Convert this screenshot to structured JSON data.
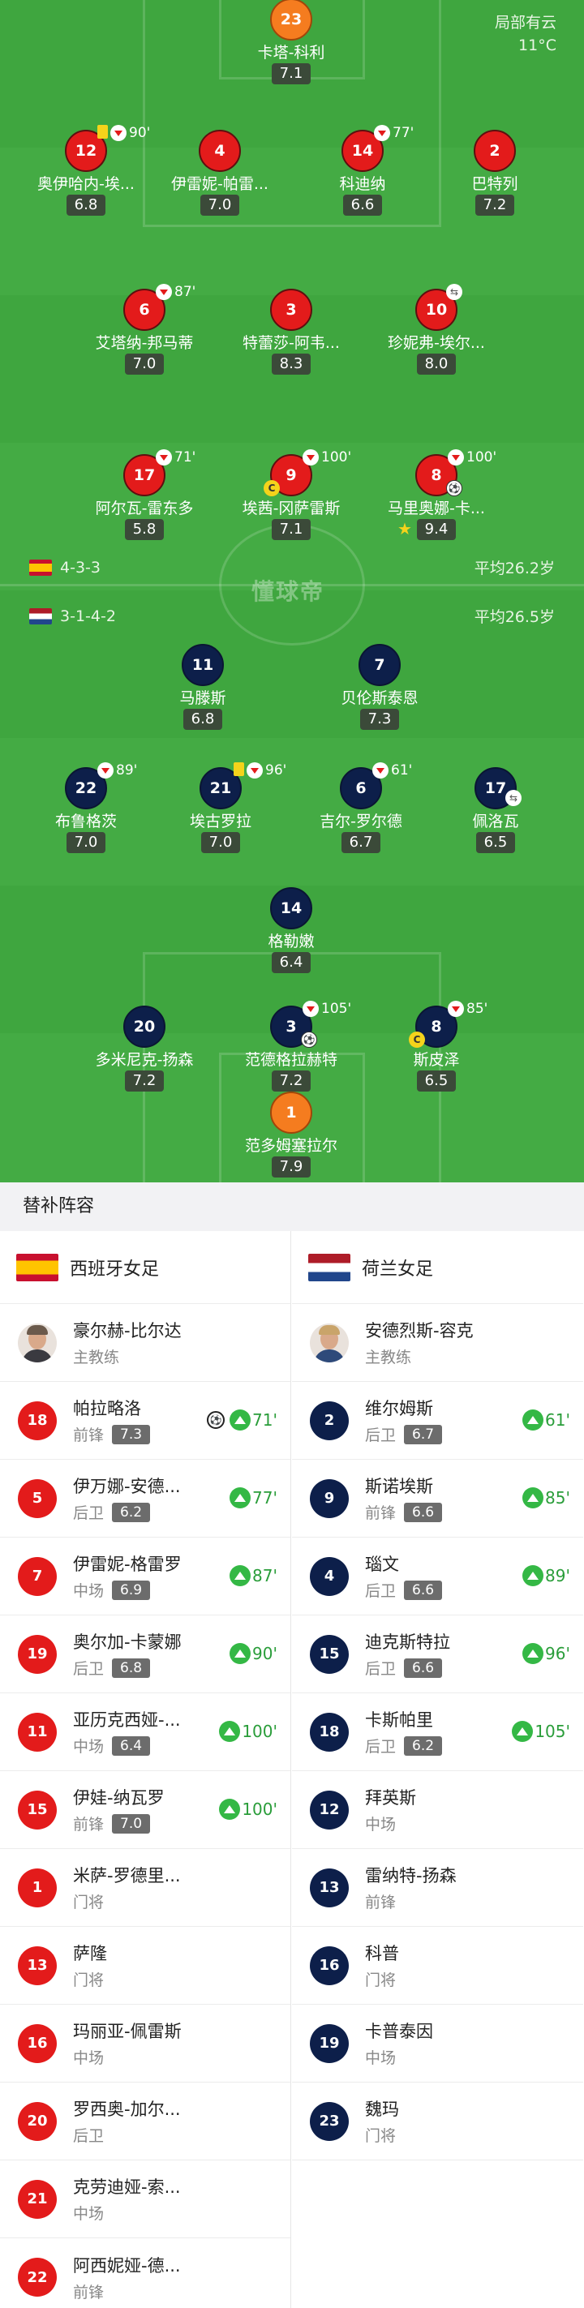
{
  "weather": {
    "condition": "局部有云",
    "temp": "11°C"
  },
  "watermark": "懂球帝",
  "spain": {
    "flag": "spain-flag",
    "formation": "4-3-3",
    "avg_age": "平均26.2岁",
    "players": [
      {
        "num": "23",
        "name": "卡塔-科利",
        "rating": "7.1"
      },
      {
        "num": "12",
        "name": "奥伊哈内-埃...",
        "rating": "6.8",
        "sub": "90'",
        "yellow": true
      },
      {
        "num": "4",
        "name": "伊雷妮-帕雷...",
        "rating": "7.0"
      },
      {
        "num": "14",
        "name": "科迪纳",
        "rating": "6.6",
        "sub": "77'"
      },
      {
        "num": "2",
        "name": "巴特列",
        "rating": "7.2"
      },
      {
        "num": "6",
        "name": "艾塔纳-邦马蒂",
        "rating": "7.0",
        "sub": "87'"
      },
      {
        "num": "3",
        "name": "特蕾莎-阿韦...",
        "rating": "8.3"
      },
      {
        "num": "10",
        "name": "珍妮弗-埃尔...",
        "rating": "8.0"
      },
      {
        "num": "17",
        "name": "阿尔瓦-雷东多",
        "rating": "5.8",
        "sub": "71'"
      },
      {
        "num": "9",
        "name": "埃茜-冈萨雷斯",
        "rating": "7.1",
        "sub": "100'"
      },
      {
        "num": "8",
        "name": "马里奥娜-卡...",
        "rating": "9.4",
        "sub": "100'"
      }
    ]
  },
  "netherlands": {
    "flag": "netherlands-flag",
    "formation": "3-1-4-2",
    "avg_age": "平均26.5岁",
    "players": [
      {
        "num": "11",
        "name": "马滕斯",
        "rating": "6.8"
      },
      {
        "num": "7",
        "name": "贝伦斯泰恩",
        "rating": "7.3"
      },
      {
        "num": "22",
        "name": "布鲁格茨",
        "rating": "7.0",
        "sub": "89'"
      },
      {
        "num": "21",
        "name": "埃古罗拉",
        "rating": "7.0",
        "sub": "96'"
      },
      {
        "num": "6",
        "name": "吉尔-罗尔德",
        "rating": "6.7",
        "sub": "61'"
      },
      {
        "num": "17",
        "name": "佩洛瓦",
        "rating": "6.5"
      },
      {
        "num": "14",
        "name": "格勒嫩",
        "rating": "6.4"
      },
      {
        "num": "20",
        "name": "多米尼克-扬森",
        "rating": "7.2"
      },
      {
        "num": "3",
        "name": "范德格拉赫特",
        "rating": "7.2",
        "sub": "105'"
      },
      {
        "num": "8",
        "name": "斯皮泽",
        "rating": "6.5",
        "sub": "85'"
      },
      {
        "num": "1",
        "name": "范多姆塞拉尔",
        "rating": "7.9"
      }
    ]
  },
  "subs_title": "替补阵容",
  "left_team": {
    "name": "西班牙女足",
    "coach": {
      "name": "豪尔赫-比尔达",
      "role": "主教练"
    },
    "subs": [
      {
        "num": "18",
        "name": "帕拉略洛",
        "pos": "前锋",
        "rating": "7.3",
        "minute": "71'",
        "goal": true
      },
      {
        "num": "5",
        "name": "伊万娜-安德...",
        "pos": "后卫",
        "rating": "6.2",
        "minute": "77'"
      },
      {
        "num": "7",
        "name": "伊雷妮-格雷罗",
        "pos": "中场",
        "rating": "6.9",
        "minute": "87'"
      },
      {
        "num": "19",
        "name": "奥尔加-卡蒙娜",
        "pos": "后卫",
        "rating": "6.8",
        "minute": "90'"
      },
      {
        "num": "11",
        "name": "亚历克西娅-...",
        "pos": "中场",
        "rating": "6.4",
        "minute": "100'"
      },
      {
        "num": "15",
        "name": "伊娃-纳瓦罗",
        "pos": "前锋",
        "rating": "7.0",
        "minute": "100'"
      },
      {
        "num": "1",
        "name": "米萨-罗德里...",
        "pos": "门将"
      },
      {
        "num": "13",
        "name": "萨隆",
        "pos": "门将"
      },
      {
        "num": "16",
        "name": "玛丽亚-佩雷斯",
        "pos": "中场"
      },
      {
        "num": "20",
        "name": "罗西奥-加尔...",
        "pos": "后卫"
      },
      {
        "num": "21",
        "name": "克劳迪娅-索...",
        "pos": "中场"
      },
      {
        "num": "22",
        "name": "阿西妮娅-德...",
        "pos": "前锋"
      }
    ]
  },
  "right_team": {
    "name": "荷兰女足",
    "coach": {
      "name": "安德烈斯-容克",
      "role": "主教练"
    },
    "subs": [
      {
        "num": "2",
        "name": "维尔姆斯",
        "pos": "后卫",
        "rating": "6.7",
        "minute": "61'"
      },
      {
        "num": "9",
        "name": "斯诺埃斯",
        "pos": "前锋",
        "rating": "6.6",
        "minute": "85'"
      },
      {
        "num": "4",
        "name": "瑙文",
        "pos": "后卫",
        "rating": "6.6",
        "minute": "89'"
      },
      {
        "num": "15",
        "name": "迪克斯特拉",
        "pos": "后卫",
        "rating": "6.6",
        "minute": "96'"
      },
      {
        "num": "18",
        "name": "卡斯帕里",
        "pos": "后卫",
        "rating": "6.2",
        "minute": "105'"
      },
      {
        "num": "12",
        "name": "拜英斯",
        "pos": "中场"
      },
      {
        "num": "13",
        "name": "雷纳特-扬森",
        "pos": "前锋"
      },
      {
        "num": "16",
        "name": "科普",
        "pos": "门将"
      },
      {
        "num": "19",
        "name": "卡普泰因",
        "pos": "中场"
      },
      {
        "num": "23",
        "name": "魏玛",
        "pos": "门将"
      }
    ]
  },
  "colors": {
    "pitch": "#3fa63f",
    "spain": "#e31b1b",
    "netherlands": "#0d1f4a",
    "goalkeeper": "#f57c1f",
    "sub_up": "#34b845"
  }
}
